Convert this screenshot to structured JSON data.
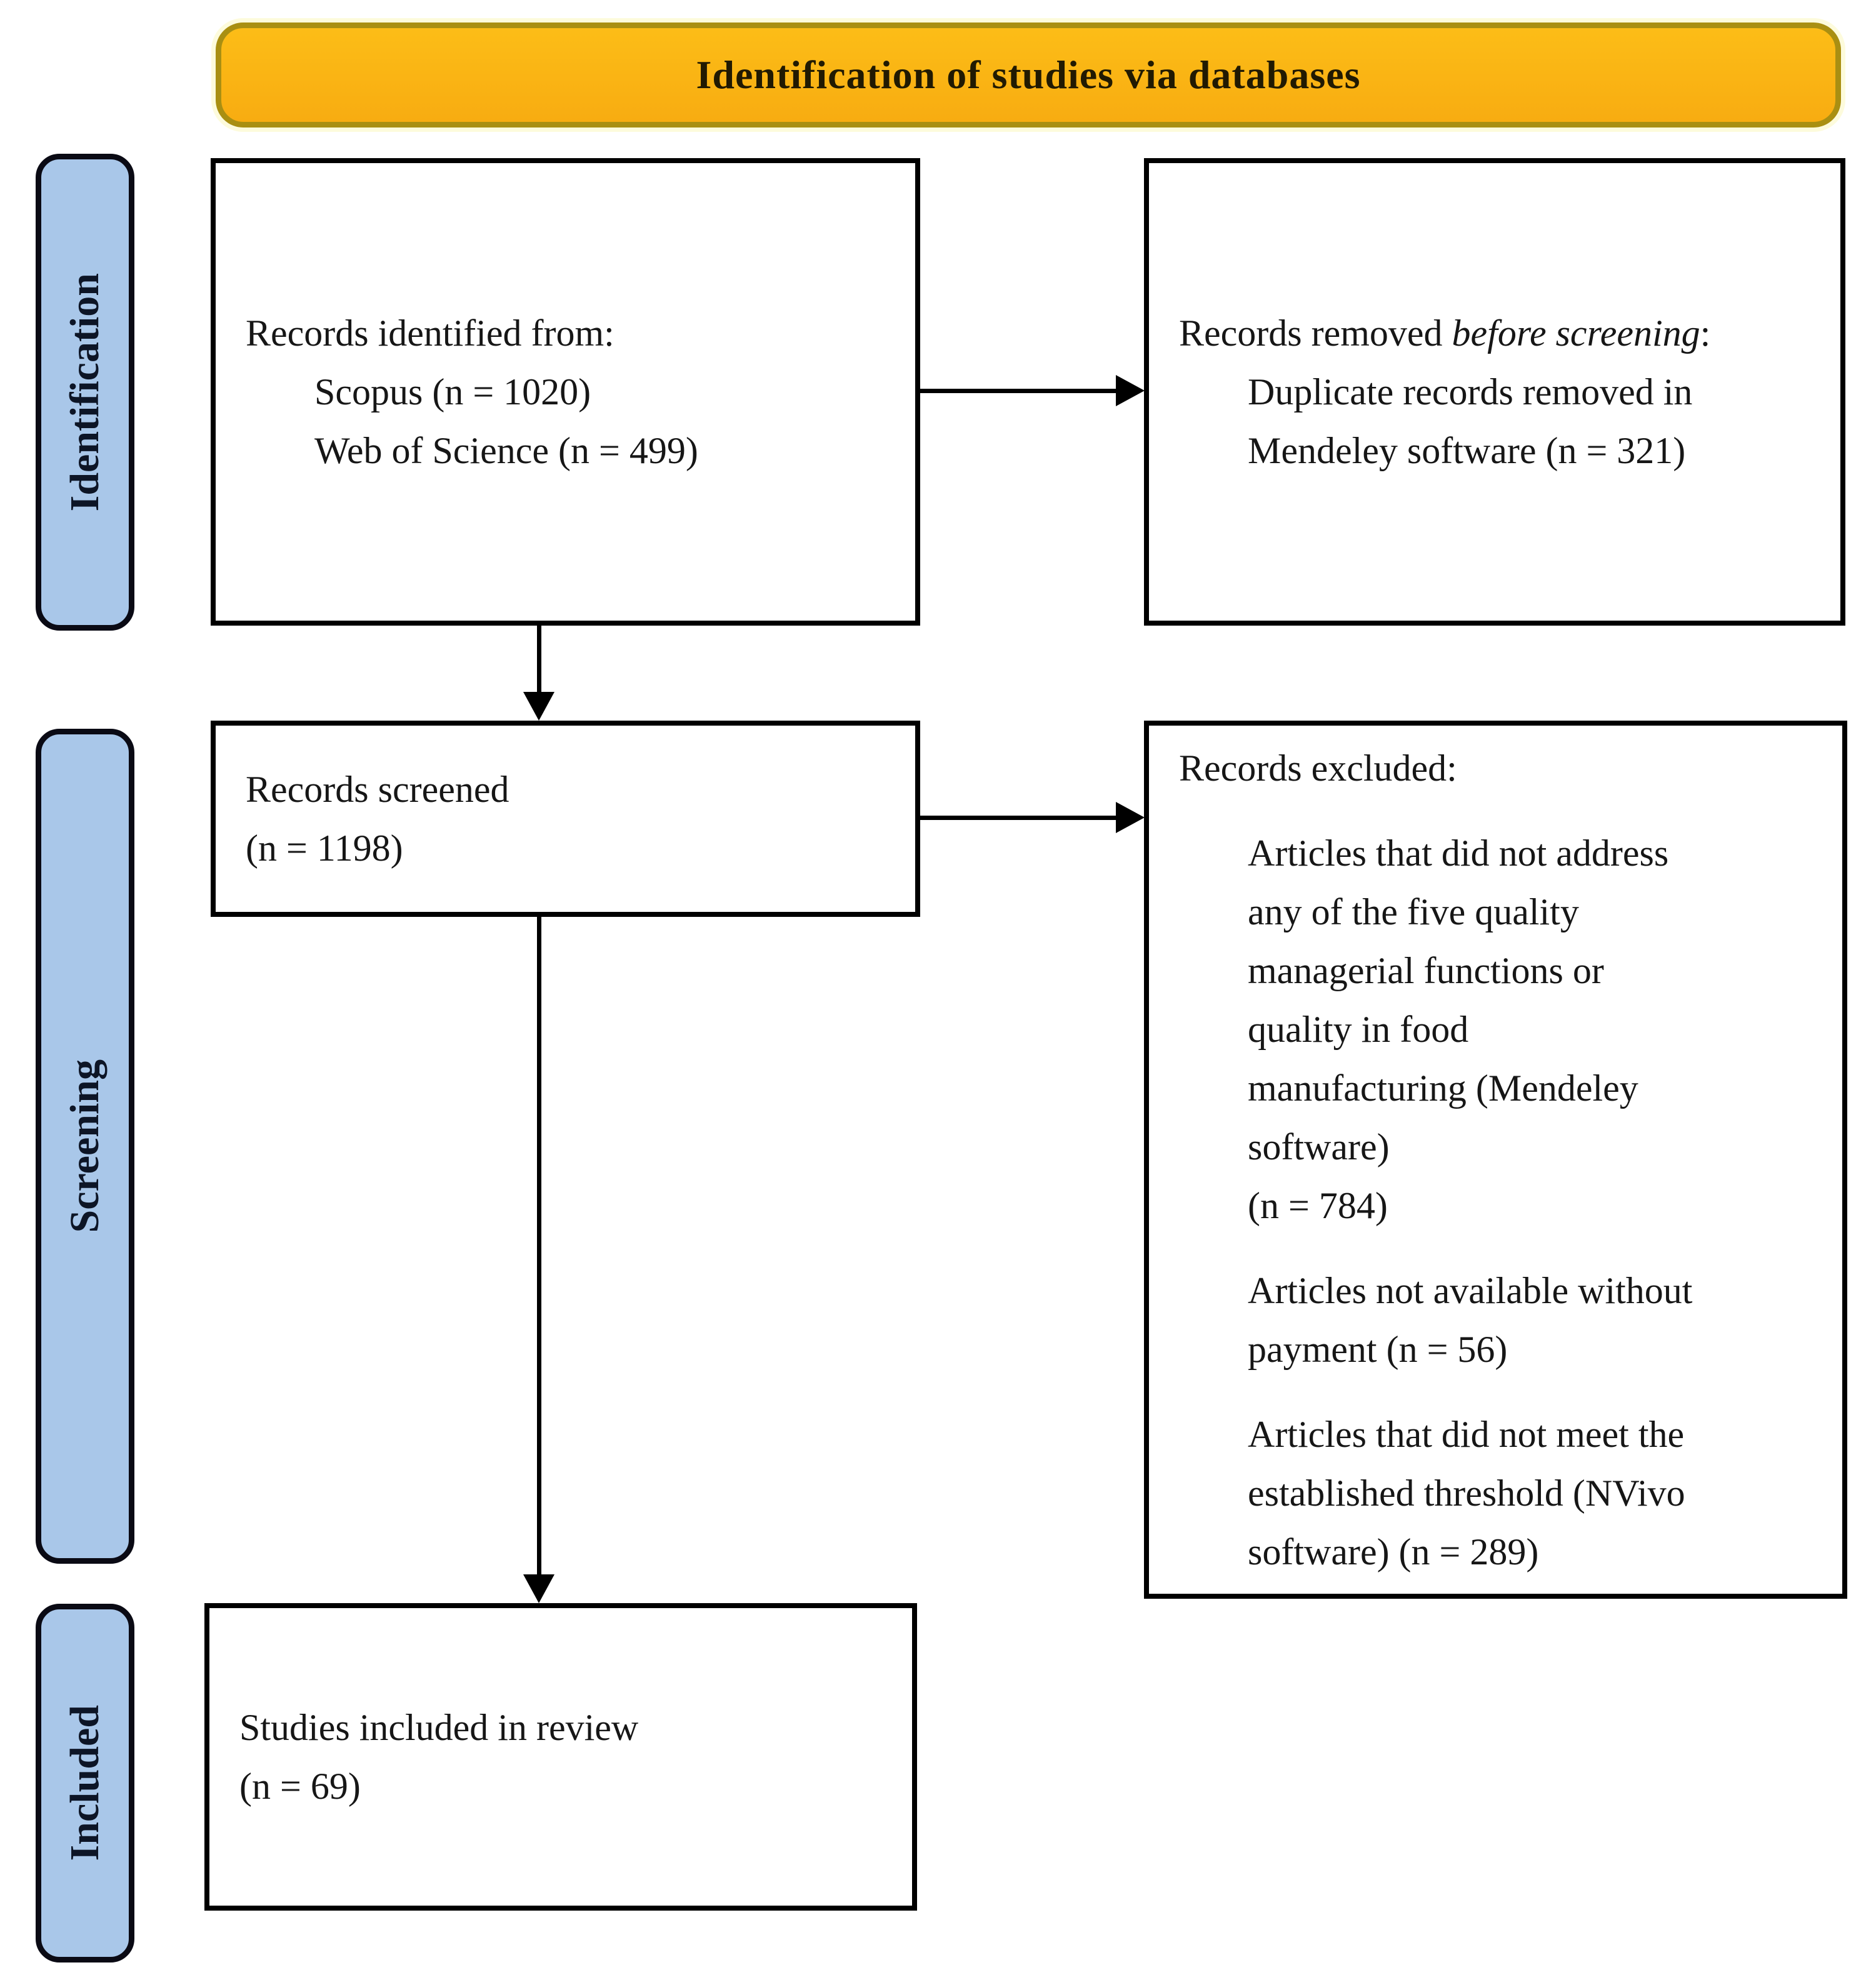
{
  "banner": {
    "title": "Identification of studies via databases"
  },
  "stages": {
    "identification": "Identification",
    "screening": "Screening",
    "included": "Included"
  },
  "boxes": {
    "identified": {
      "line1": "Records identified from:",
      "line2": "Scopus (n = 1020)",
      "line3": "Web of Science (n = 499)"
    },
    "removed": {
      "line1_pre": "Records removed ",
      "line1_italic": "before screening",
      "line1_post": ":",
      "line2": "Duplicate records removed in",
      "line3": "Mendeley software (n = 321)"
    },
    "screened": {
      "line1": "Records screened",
      "line2": "(n = 1198)"
    },
    "excluded": {
      "title": "Records excluded:",
      "reason1_lines": [
        "Articles that did not address",
        "any of the five quality",
        "managerial functions or",
        "quality in food",
        "manufacturing (Mendeley",
        "software)",
        "(n = 784)"
      ],
      "reason2_lines": [
        "Articles not available without",
        "payment (n = 56)"
      ],
      "reason3_lines": [
        "Articles that did not meet the",
        "established threshold (NVivo",
        "software) (n = 289)"
      ]
    },
    "included_box": {
      "line1": "Studies included in review",
      "line2": "(n = 69)"
    }
  },
  "colors": {
    "banner_fill_top": "#fcbd17",
    "banner_fill_bottom": "#f8ac11",
    "banner_border": "#a98f12",
    "banner_glow": "#fdfbdc",
    "banner_text": "#211a02",
    "stage_fill": "#a9c7e9",
    "stage_border": "#0a0a14",
    "stage_text": "#0d1526"
  }
}
